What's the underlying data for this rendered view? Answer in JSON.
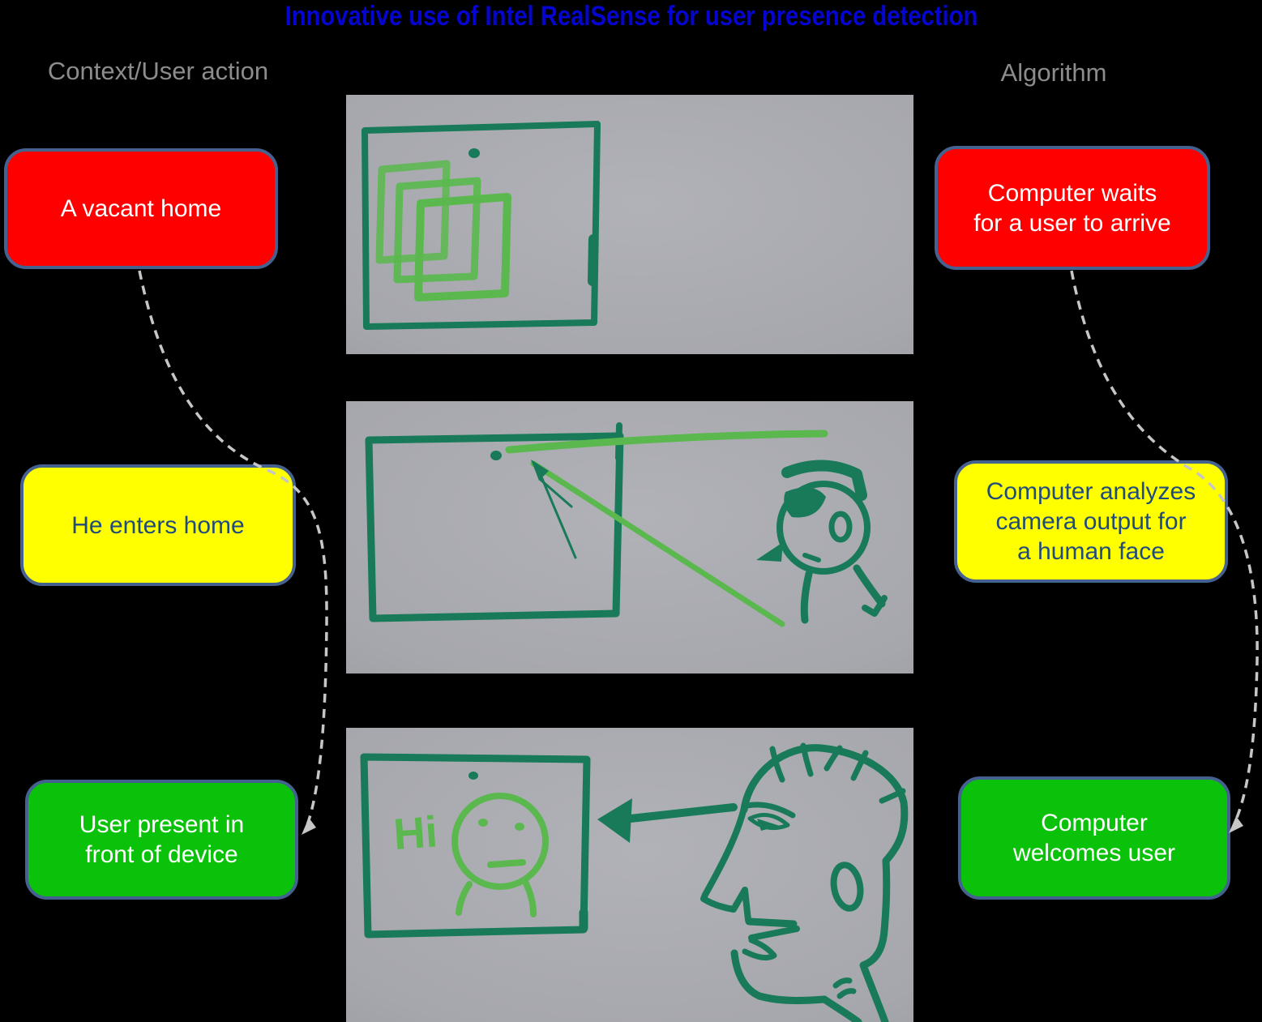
{
  "title": "Innovative use of Intel RealSense for user presence detection",
  "column_headers": {
    "left": "Context/User action",
    "right": "Algorithm"
  },
  "boxes": {
    "left": [
      {
        "label": "A vacant home",
        "color_name": "red"
      },
      {
        "label": "He enters home",
        "color_name": "yellow"
      },
      {
        "label": "User present in\nfront of device",
        "color_name": "green"
      }
    ],
    "right": [
      {
        "label": "Computer waits\nfor a user to arrive",
        "color_name": "red"
      },
      {
        "label": "Computer analyzes\ncamera output for\na human face",
        "color_name": "yellow"
      },
      {
        "label": "Computer\nwelcomes user",
        "color_name": "green"
      }
    ]
  },
  "panels": {
    "top": {
      "alt": "marker sketch: device frame with camera dot and stacked app windows"
    },
    "mid": {
      "alt": "marker sketch: device camera scanning rays toward a person entering"
    },
    "bottom": {
      "screen_text": "Hi",
      "alt": "marker sketch: screen greets smiling user, arrow from user's face to camera"
    }
  },
  "colors": {
    "background": "#000000",
    "title": "#0505cf",
    "header": "#8c8c8c",
    "box_border": "#44618f",
    "red": "#fe0000",
    "yellow": "#ffff00",
    "green": "#0bc20b",
    "white_text": "#ffffff",
    "navy_text": "#1f4b7d",
    "connector": "#c6c6c6",
    "marker_dark": "#187a58",
    "marker_light": "#5ab84e",
    "paper": "#a6a7ad"
  }
}
